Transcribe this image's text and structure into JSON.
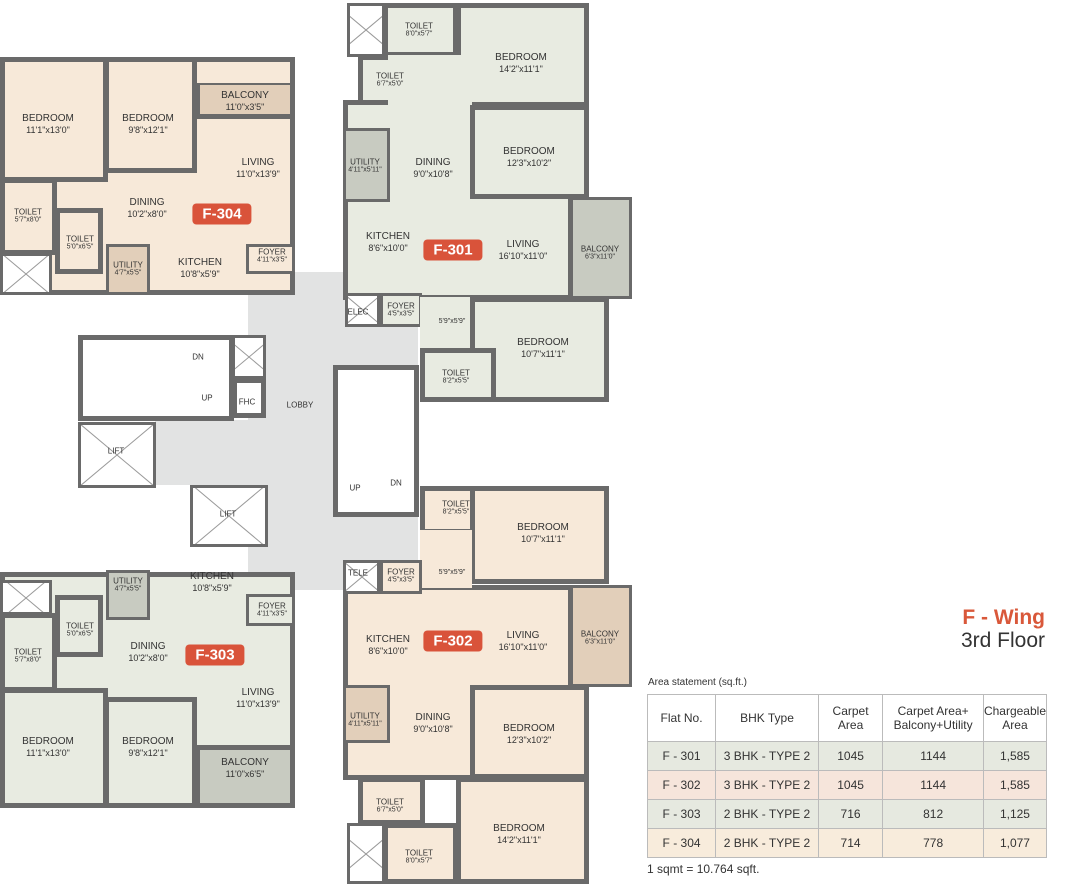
{
  "wing": {
    "title": "F - Wing",
    "floor": "3rd Floor"
  },
  "f304": {
    "badge": "F-304",
    "rooms": [
      {
        "n": "BEDROOM",
        "d": "11'1\"x13'0\""
      },
      {
        "n": "BEDROOM",
        "d": "9'8\"x12'1\""
      },
      {
        "n": "BALCONY",
        "d": "11'0\"x3'5\""
      },
      {
        "n": "LIVING",
        "d": "11'0\"x13'9\""
      },
      {
        "n": "DINING",
        "d": "10'2\"x8'0\""
      },
      {
        "n": "TOILET",
        "d": "5'7\"x8'0\""
      },
      {
        "n": "TOILET",
        "d": "5'0\"x6'5\""
      },
      {
        "n": "UTILITY",
        "d": "4'7\"x5'5\""
      },
      {
        "n": "KITCHEN",
        "d": "10'8\"x5'9\""
      },
      {
        "n": "FOYER",
        "d": "4'11\"x3'5\""
      }
    ]
  },
  "f301": {
    "badge": "F-301",
    "rooms": [
      {
        "n": "TOILET",
        "d": "8'0\"x5'7\""
      },
      {
        "n": "BEDROOM",
        "d": "14'2\"x11'1\""
      },
      {
        "n": "TOILET",
        "d": "6'7\"x5'0\""
      },
      {
        "n": "BEDROOM",
        "d": "12'3\"x10'2\""
      },
      {
        "n": "DINING",
        "d": "9'0\"x10'8\""
      },
      {
        "n": "UTILITY",
        "d": "4'11\"x5'11\""
      },
      {
        "n": "KITCHEN",
        "d": "8'6\"x10'0\""
      },
      {
        "n": "LIVING",
        "d": "16'10\"x11'0\""
      },
      {
        "n": "BALCONY",
        "d": "6'3\"x11'0\""
      },
      {
        "n": "ELEC",
        "d": ""
      },
      {
        "n": "FOYER",
        "d": "4'5\"x3'5\""
      },
      {
        "n": "",
        "d": "5'9\"x5'9\""
      },
      {
        "n": "BEDROOM",
        "d": "10'7\"x11'1\""
      },
      {
        "n": "TOILET",
        "d": "8'2\"x5'5\""
      }
    ]
  },
  "f302": {
    "badge": "F-302",
    "rooms": [
      {
        "n": "TOILET",
        "d": "8'2\"x5'5\""
      },
      {
        "n": "BEDROOM",
        "d": "10'7\"x11'1\""
      },
      {
        "n": "TELE",
        "d": ""
      },
      {
        "n": "FOYER",
        "d": "4'5\"x3'5\""
      },
      {
        "n": "",
        "d": "5'9\"x5'9\""
      },
      {
        "n": "KITCHEN",
        "d": "8'6\"x10'0\""
      },
      {
        "n": "LIVING",
        "d": "16'10\"x11'0\""
      },
      {
        "n": "BALCONY",
        "d": "6'3\"x11'0\""
      },
      {
        "n": "UTILITY",
        "d": "4'11\"x5'11\""
      },
      {
        "n": "DINING",
        "d": "9'0\"x10'8\""
      },
      {
        "n": "BEDROOM",
        "d": "12'3\"x10'2\""
      },
      {
        "n": "TOILET",
        "d": "6'7\"x5'0\""
      },
      {
        "n": "BEDROOM",
        "d": "14'2\"x11'1\""
      },
      {
        "n": "TOILET",
        "d": "8'0\"x5'7\""
      }
    ]
  },
  "f303": {
    "badge": "F-303",
    "rooms": [
      {
        "n": "UTILITY",
        "d": "4'7\"x5'5\""
      },
      {
        "n": "KITCHEN",
        "d": "10'8\"x5'9\""
      },
      {
        "n": "FOYER",
        "d": "4'11\"x3'5\""
      },
      {
        "n": "TOILET",
        "d": "5'0\"x6'5\""
      },
      {
        "n": "TOILET",
        "d": "5'7\"x8'0\""
      },
      {
        "n": "DINING",
        "d": "10'2\"x8'0\""
      },
      {
        "n": "LIVING",
        "d": "11'0\"x13'9\""
      },
      {
        "n": "BEDROOM",
        "d": "11'1\"x13'0\""
      },
      {
        "n": "BEDROOM",
        "d": "9'8\"x12'1\""
      },
      {
        "n": "BALCONY",
        "d": "11'0\"x6'5\""
      }
    ]
  },
  "core": {
    "lobby": "LOBBY",
    "lift1": "LIFT",
    "lift2": "LIFT",
    "fhc": "FHC",
    "up1": "UP",
    "dn1": "DN",
    "up2": "UP",
    "dn2": "DN"
  },
  "area": {
    "caption": "Area statement (sq.ft.)",
    "headers": [
      "Flat No.",
      "BHK Type",
      "Carpet Area",
      "Carpet Area+ Balcony+Utility",
      "Chargeable Area"
    ],
    "rows": [
      [
        "F - 301",
        "3 BHK - TYPE 2",
        "1045",
        "1144",
        "1,585"
      ],
      [
        "F - 302",
        "3 BHK - TYPE 2",
        "1045",
        "1144",
        "1,585"
      ],
      [
        "F - 303",
        "2 BHK - TYPE 2",
        "716",
        "812",
        "1,125"
      ],
      [
        "F - 304",
        "2 BHK - TYPE 2",
        "714",
        "778",
        "1,077"
      ]
    ],
    "note": "1 sqmt = 10.764 sqft."
  },
  "colors": {
    "accent": "#d9533a",
    "peach": "#f7e9d9",
    "green": "#e8ebe1",
    "wall": "#6a6a6a"
  }
}
